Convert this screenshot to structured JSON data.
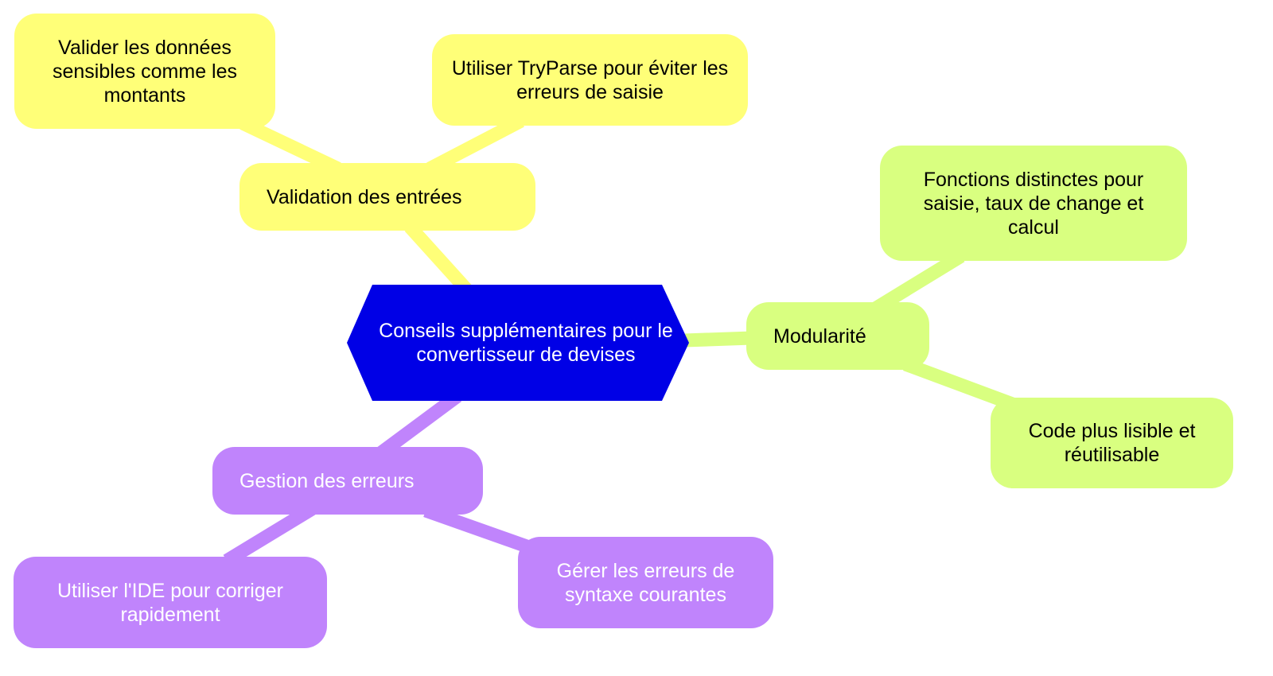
{
  "colors": {
    "root": "#0000e6",
    "validation": "#ffff78",
    "modularity": "#d9ff80",
    "errors": "#c084fc"
  },
  "root": {
    "label": "Conseils supplémentaires pour le convertisseur de devises"
  },
  "validation": {
    "label": "Validation des entrées",
    "children": [
      "Valider les données sensibles comme les montants",
      "Utiliser TryParse pour éviter les erreurs de saisie"
    ]
  },
  "modularity": {
    "label": "Modularité",
    "children": [
      "Fonctions distinctes pour saisie, taux de change et calcul",
      "Code plus lisible et réutilisable"
    ]
  },
  "errors": {
    "label": "Gestion des erreurs",
    "children": [
      "Utiliser l'IDE pour corriger rapidement",
      "Gérer les erreurs de syntaxe courantes"
    ]
  }
}
